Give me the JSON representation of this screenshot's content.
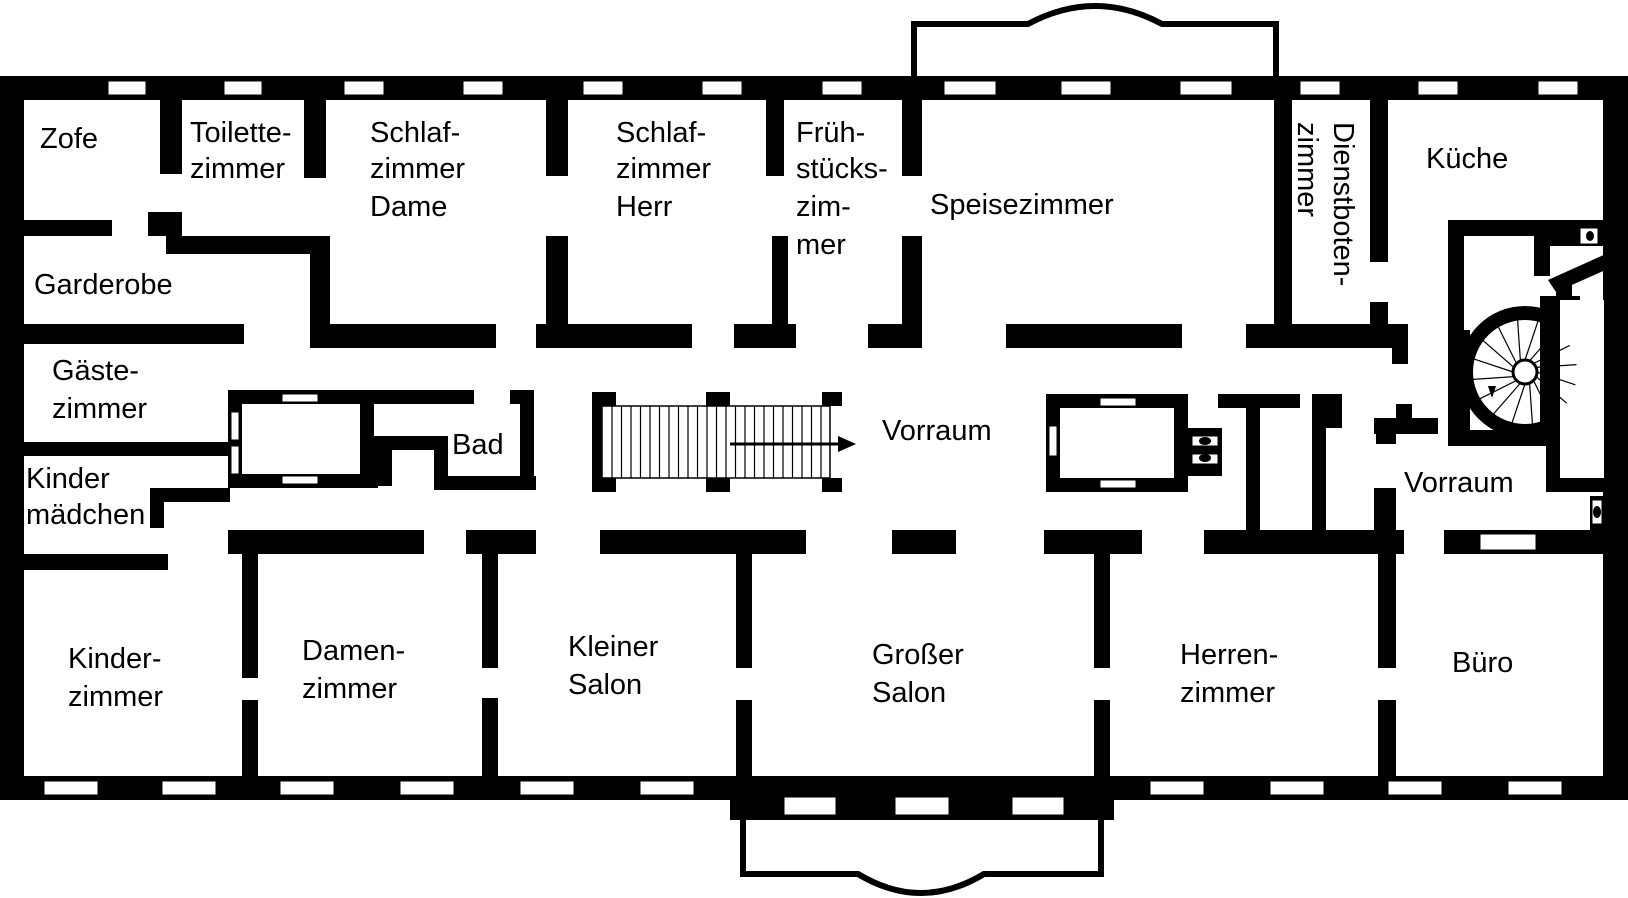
{
  "rooms": {
    "zofe": [
      "Zofe"
    ],
    "toilettezimmer": [
      "Toilette-",
      "zimmer"
    ],
    "schlafzimmer_dame": [
      "Schlaf-",
      "zimmer",
      "Dame"
    ],
    "schlafzimmer_herr": [
      "Schlaf-",
      "zimmer",
      "Herr"
    ],
    "fruehstueckszimmer": [
      "Früh-",
      "stücks-",
      "zim-",
      "mer"
    ],
    "speisezimmer": [
      "Speisezimmer"
    ],
    "dienstbotenzimmer": [
      "Dienstboten-",
      "zimmer"
    ],
    "kueche": [
      "Küche"
    ],
    "garderobe": [
      "Garderobe"
    ],
    "gaestezimmer": [
      "Gäste-",
      "zimmer"
    ],
    "bad": [
      "Bad"
    ],
    "vorraum_main": [
      "Vorraum"
    ],
    "vorraum_east": [
      "Vorraum"
    ],
    "kindermaedchen": [
      "Kinder",
      "mädchen"
    ],
    "kinderzimmer": [
      "Kinder-",
      "zimmer"
    ],
    "damenzimmer": [
      "Damen-",
      "zimmer"
    ],
    "kleiner_salon": [
      "Kleiner",
      "Salon"
    ],
    "grosser_salon": [
      "Großer",
      "Salon"
    ],
    "herrenzimmer": [
      "Herren-",
      "zimmer"
    ],
    "buero": [
      "Büro"
    ]
  },
  "colors": {
    "wall": "#000000",
    "background": "#ffffff"
  }
}
